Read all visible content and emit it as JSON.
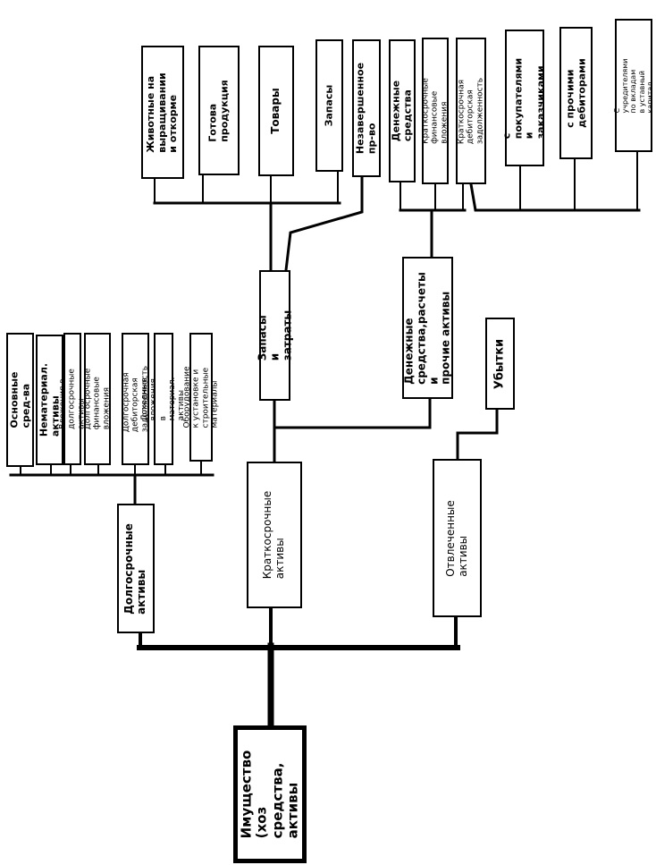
{
  "root": "Имущество (хоз\nсредства, активы",
  "level1": {
    "long_term": "Долгосрочные\nактивы",
    "short_term": "Краткосрочные\nактивы",
    "diverted": "Отвлеченные активы"
  },
  "long_term_items": {
    "fixed_assets": "Основные сред-ва",
    "intangible": "Нематериал. активы",
    "lt_investments": "Вложения в долгосрочные активы",
    "lt_financial": "Долгосрочные финансовые\nвложения",
    "lt_receivables": "Долгосрочная дебиторская\nзадолженность",
    "profitable_investments": "Доходные вложения в материал.\nактивы",
    "equipment": "Оборудование к установке и\nстроительные материалы"
  },
  "short_term_groups": {
    "stocks_costs": "Запасы и затраты",
    "cash_settlements": "Денежные\nсредства,расчеты и\nпрочие активы"
  },
  "losses": "Убытки",
  "stocks_items": {
    "animals": "Животные на\nвыращивании и откорме",
    "finished_goods": "Готова продукция",
    "goods": "Товары",
    "reserves": "Запасы",
    "wip": "Незавершенное пр-во"
  },
  "cash_items": {
    "cash": "Денежные средства",
    "st_financial": "Краткосрочные\nфинансовые вложения",
    "st_receivables": "Краткосрочная дебиторская\nзадолженность"
  },
  "receivables_items": {
    "buyers": "с покупателями и\nзаказчиками",
    "other_debtors": "с прочими\nдебиторами",
    "founders": "С учредителями по вкладам\nв уставный капитал"
  }
}
